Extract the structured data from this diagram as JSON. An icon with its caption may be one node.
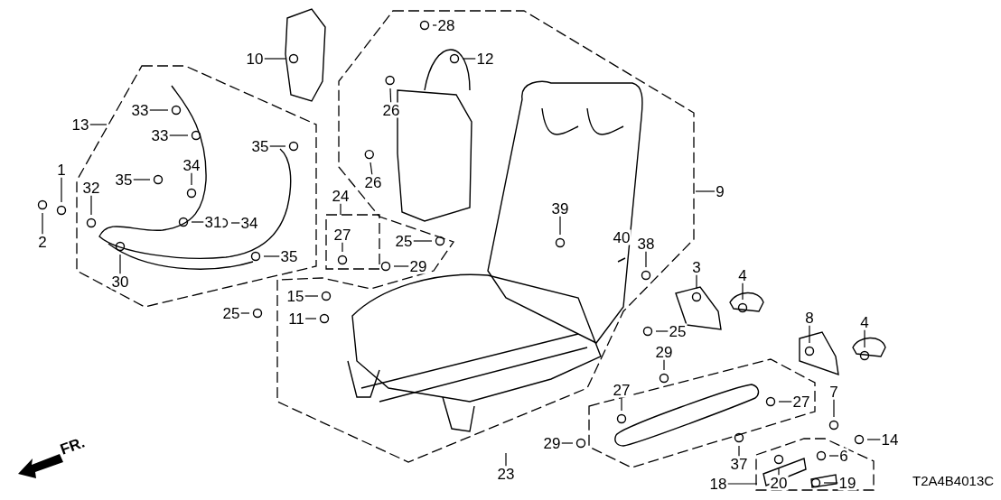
{
  "diagram": {
    "nodes": [
      {
        "text": [
          "28"
        ]
      },
      {
        "text": [
          "10"
        ]
      },
      {
        "text": [
          "12"
        ]
      },
      {
        "text": [
          "13"
        ]
      },
      {
        "text": [
          "33"
        ]
      },
      {
        "text": [
          "33"
        ]
      },
      {
        "text": [
          "35"
        ]
      },
      {
        "text": [
          "26"
        ]
      },
      {
        "text": [
          "1"
        ]
      },
      {
        "text": [
          "34"
        ]
      },
      {
        "text": [
          "35"
        ]
      },
      {
        "text": [
          "26"
        ]
      },
      {
        "text": [
          "9"
        ]
      },
      {
        "text": [
          "24"
        ]
      },
      {
        "text": [
          "27"
        ]
      },
      {
        "text": [
          "32"
        ]
      },
      {
        "text": [
          "31"
        ]
      },
      {
        "text": [
          "34"
        ]
      },
      {
        "text": [
          "39"
        ]
      },
      {
        "text": [
          "2"
        ]
      },
      {
        "text": [
          "35"
        ]
      },
      {
        "text": [
          "25"
        ]
      },
      {
        "text": [
          "29"
        ]
      },
      {
        "text": [
          "30"
        ]
      },
      {
        "text": [
          "38"
        ]
      },
      {
        "text": [
          "3"
        ]
      },
      {
        "text": [
          "4"
        ]
      },
      {
        "text": [
          "15"
        ]
      },
      {
        "text": [
          "25"
        ]
      },
      {
        "text": [
          "11"
        ]
      },
      {
        "text": [
          "8"
        ]
      },
      {
        "text": [
          "4"
        ]
      },
      {
        "text": [
          "25"
        ]
      },
      {
        "text": [
          "29"
        ]
      },
      {
        "text": [
          "27"
        ]
      },
      {
        "text": [
          "27"
        ]
      },
      {
        "text": [
          "7"
        ]
      },
      {
        "text": [
          "29"
        ]
      },
      {
        "text": [
          "14"
        ]
      },
      {
        "text": [
          "6"
        ]
      },
      {
        "text": [
          "37"
        ]
      },
      {
        "text": [
          "23"
        ]
      },
      {
        "text": [
          "18"
        ]
      },
      {
        "text": [
          "20"
        ]
      },
      {
        "text": [
          "19"
        ]
      },
      {
        "text": [
          "40"
        ]
      }
    ],
    "edges": [
      {
        "from": 0,
        "to": null,
        "arrow": "none"
      },
      {
        "from": 1,
        "to": null,
        "arrow": "none"
      },
      {
        "from": 2,
        "to": null,
        "arrow": "none"
      },
      {
        "from": 3,
        "to": null,
        "arrow": "none"
      },
      {
        "from": 4,
        "to": null,
        "arrow": "none"
      },
      {
        "from": 5,
        "to": null,
        "arrow": "none"
      },
      {
        "from": 6,
        "to": null,
        "arrow": "none"
      },
      {
        "from": 7,
        "to": null,
        "arrow": "none"
      },
      {
        "from": 8,
        "to": null,
        "arrow": "none"
      },
      {
        "from": 9,
        "to": null,
        "arrow": "none"
      },
      {
        "from": 10,
        "to": null,
        "arrow": "none"
      },
      {
        "from": 11,
        "to": null,
        "arrow": "none"
      },
      {
        "from": 12,
        "to": null,
        "arrow": "none"
      },
      {
        "from": 13,
        "to": null,
        "arrow": "none"
      },
      {
        "from": 14,
        "to": null,
        "arrow": "none"
      },
      {
        "from": 15,
        "to": null,
        "arrow": "none"
      },
      {
        "from": 16,
        "to": null,
        "arrow": "none"
      },
      {
        "from": 17,
        "to": null,
        "arrow": "none"
      },
      {
        "from": 18,
        "to": null,
        "arrow": "none"
      },
      {
        "from": 19,
        "to": null,
        "arrow": "none"
      },
      {
        "from": 20,
        "to": null,
        "arrow": "none"
      },
      {
        "from": 21,
        "to": null,
        "arrow": "none"
      },
      {
        "from": 22,
        "to": null,
        "arrow": "none"
      },
      {
        "from": 23,
        "to": null,
        "arrow": "none"
      },
      {
        "from": 24,
        "to": null,
        "arrow": "none"
      },
      {
        "from": 25,
        "to": null,
        "arrow": "none"
      },
      {
        "from": 26,
        "to": null,
        "arrow": "none"
      },
      {
        "from": 27,
        "to": null,
        "arrow": "none"
      },
      {
        "from": 28,
        "to": null,
        "arrow": "none"
      },
      {
        "from": 29,
        "to": null,
        "arrow": "none"
      },
      {
        "from": 30,
        "to": null,
        "arrow": "none"
      },
      {
        "from": 31,
        "to": null,
        "arrow": "none"
      },
      {
        "from": 32,
        "to": null,
        "arrow": "none"
      },
      {
        "from": 33,
        "to": null,
        "arrow": "none"
      },
      {
        "from": 34,
        "to": null,
        "arrow": "none"
      },
      {
        "from": 35,
        "to": null,
        "arrow": "none"
      },
      {
        "from": 36,
        "to": null,
        "arrow": "none"
      },
      {
        "from": 37,
        "to": null,
        "arrow": "none"
      },
      {
        "from": 38,
        "to": null,
        "arrow": "none"
      },
      {
        "from": 39,
        "to": null,
        "arrow": "none"
      },
      {
        "from": 40,
        "to": null,
        "arrow": "none"
      },
      {
        "from": 41,
        "to": null,
        "arrow": "none"
      },
      {
        "from": 42,
        "to": null,
        "arrow": "none"
      },
      {
        "from": 43,
        "to": null,
        "arrow": "none"
      },
      {
        "from": 44,
        "to": null,
        "arrow": "none"
      }
    ],
    "labels": [
      "FR.",
      "T2A4B4013C"
    ]
  }
}
